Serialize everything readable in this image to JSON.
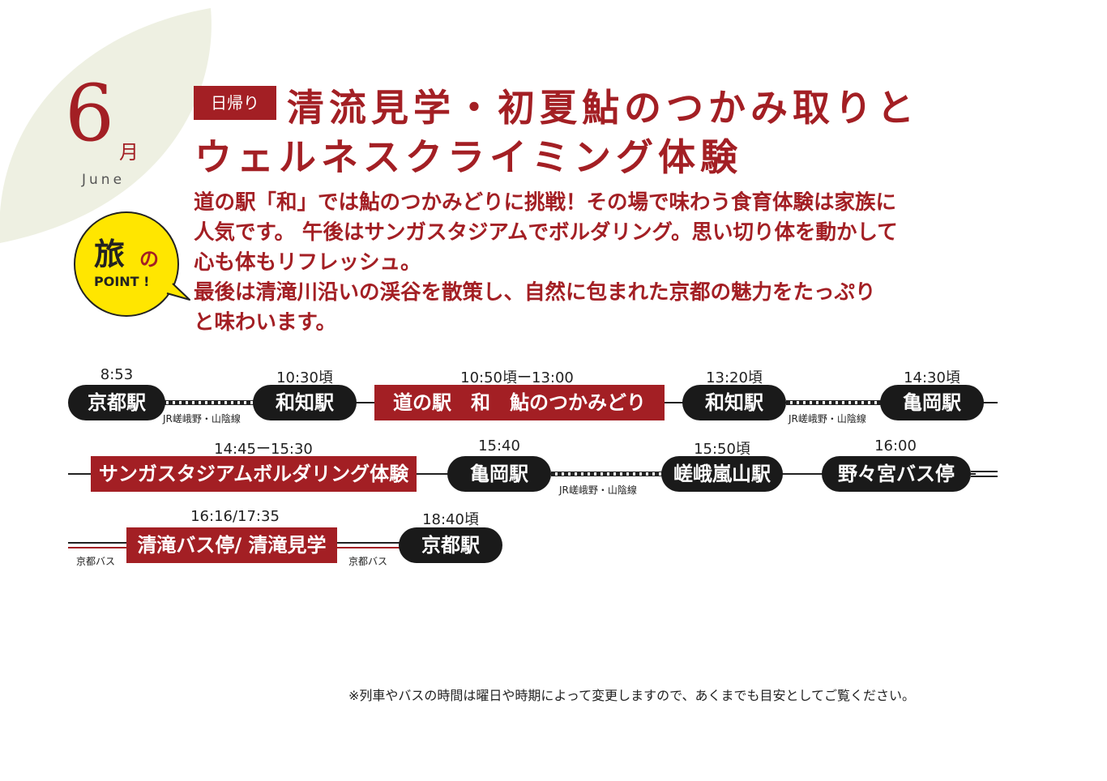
{
  "month": {
    "number": "6",
    "kanji": "月",
    "english": "June"
  },
  "badge": {
    "tabi": "旅",
    "no": "の",
    "point": "POINT !"
  },
  "tag": "日帰り",
  "title": {
    "line1": "清流見学・初夏鮎のつかみ取りと",
    "line2": "ウェルネスクライミング体験"
  },
  "description": [
    "道の駅「和」では鮎のつかみどりに挑戦！その場で味わう食育体験は家族に",
    "人気です。 午後はサンガスタジアムでボルダリング。思い切り体を動かして",
    "心も体もリフレッシュ。",
    "最後は清滝川沿いの渓谷を散策し、自然に包まれた京都の魅力をたっぷり",
    "と味わいます。"
  ],
  "row1": {
    "times": [
      "8:53",
      "10:30頃",
      "10:50頃ー13:00",
      "13:20頃",
      "14:30頃"
    ],
    "stops": [
      "京都駅",
      "和知駅",
      "道の駅　和　鮎のつかみどり",
      "和知駅",
      "亀岡駅"
    ],
    "rails": [
      "JR嵯峨野・山陰線",
      "JR嵯峨野・山陰線"
    ]
  },
  "row2": {
    "times": [
      "14:45ー15:30",
      "15:40",
      "15:50頃",
      "16:00"
    ],
    "stops": [
      "サンガスタジアムボルダリング体験",
      "亀岡駅",
      "嵯峨嵐山駅",
      "野々宮バス停"
    ],
    "rails": [
      "JR嵯峨野・山陰線"
    ]
  },
  "row3": {
    "times": [
      "16:16/17:35",
      "18:40頃"
    ],
    "stops": [
      "清滝バス停/ 清滝見学",
      "京都駅"
    ],
    "rails": [
      "京都バス",
      "京都バス"
    ]
  },
  "note": "※列車やバスの時間は曜日や時期によって変更しますので、あくまでも目安としてご覧ください。",
  "colors": {
    "accent": "#a31f24",
    "dark": "#1a1a1a",
    "badge_yellow": "#ffe600",
    "leaf": "#eef0e2"
  }
}
